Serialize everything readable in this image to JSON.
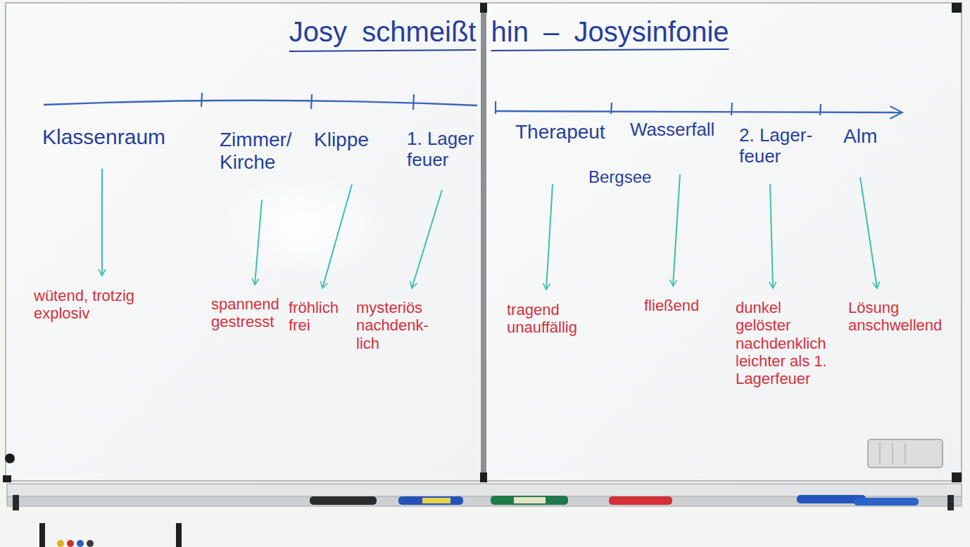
{
  "diagram": {
    "title": "Josy schmeißt hin – Josysinfonie",
    "labels": [
      "Klassenraum",
      "Zimmer/ Kirche",
      "Klippe",
      "1. Lager feuer",
      "Therapeut",
      "Wasserfall",
      "2. Lager- feuer",
      "Alm",
      "Bergsee",
      "wütend, trotzig explosiv",
      "spannend gestresst",
      "fröhlich frei",
      "mysteriös nachdenk- lich",
      "tragend unauffällig",
      "fließend",
      "dunkel gelöster nachdenklich leichter als 1. Lagerfeuer",
      "Lösung anschwellend"
    ]
  }
}
